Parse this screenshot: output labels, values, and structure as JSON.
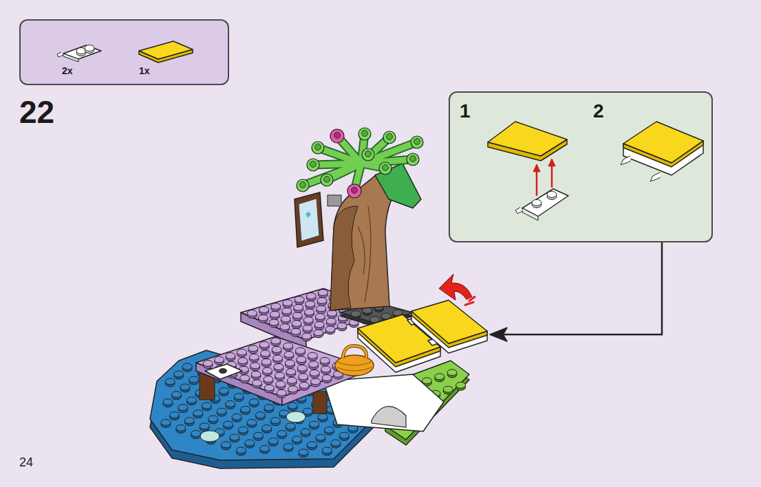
{
  "diagram": {
    "nodes": [
      {
        "text": [
          "2x",
          "1x"
        ]
      },
      {
        "text": [
          "1",
          "2"
        ]
      }
    ],
    "labels": [
      "22",
      "24"
    ]
  }
}
